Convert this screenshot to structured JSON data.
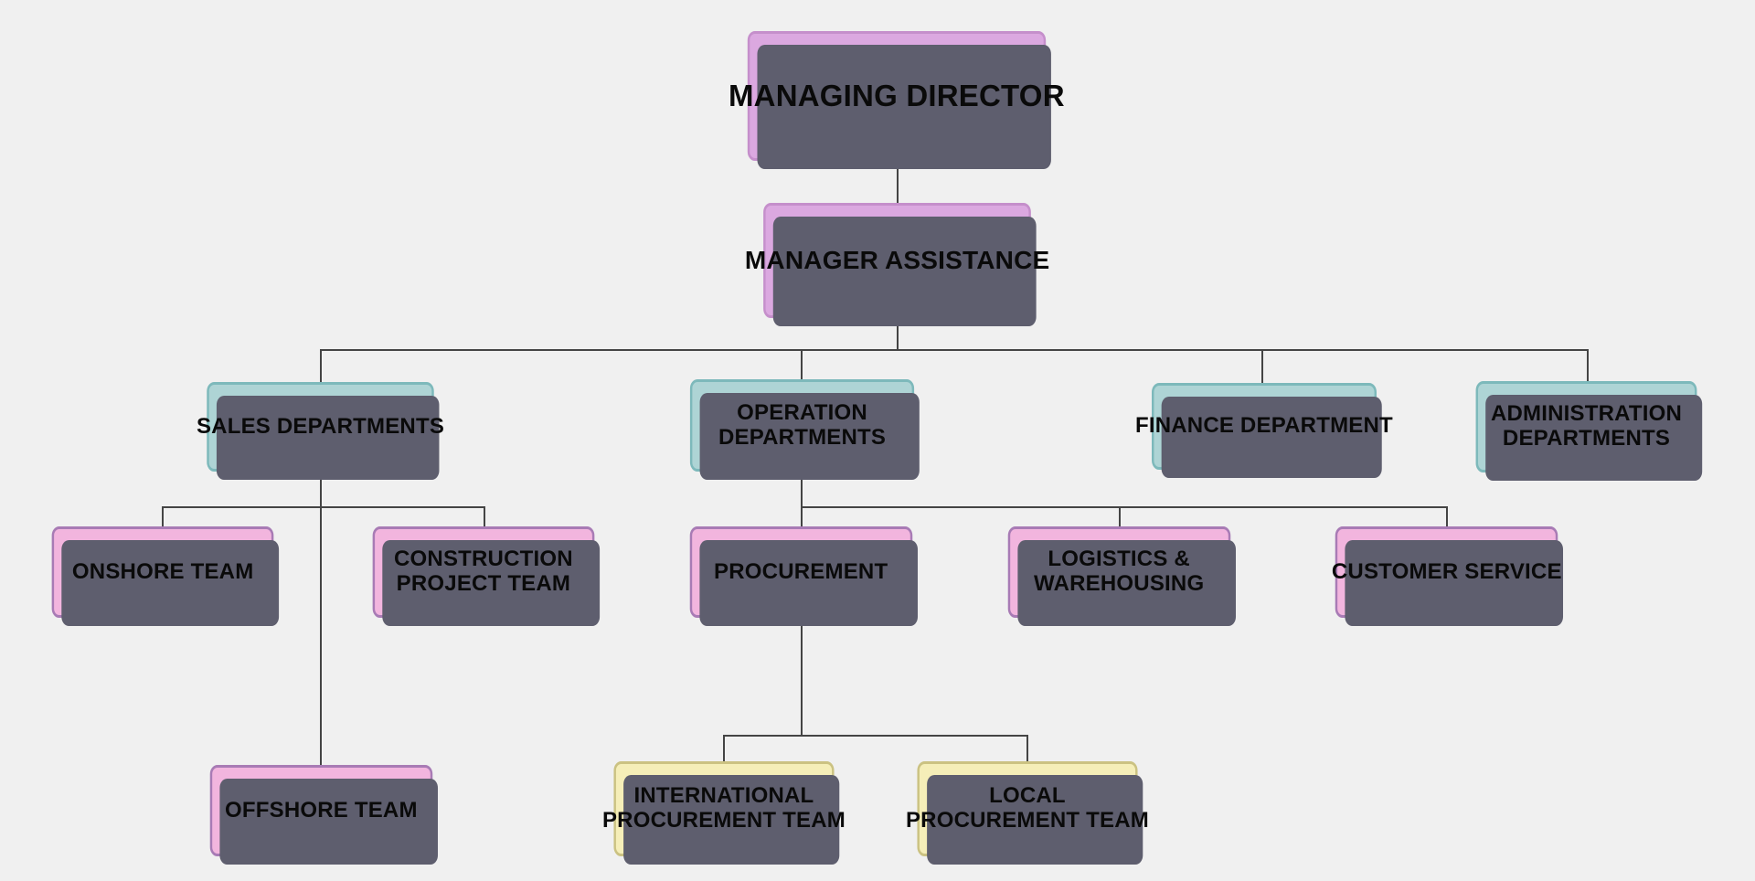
{
  "diagram": {
    "title": "Organizational Chart",
    "background_color": "#f0f0f0",
    "palette": {
      "purple_fill": "#dba8e0",
      "purple_border": "#c58fcb",
      "teal_fill": "#aed4d5",
      "teal_border": "#7db9bb",
      "pink_fill": "#f2b5de",
      "pink_border": "#a87bb5",
      "yellow_fill": "#f5eeb8",
      "yellow_border": "#cbc282",
      "shadow": "#5e5e6e",
      "connector": "#444444",
      "text": "#0a0a0a"
    }
  },
  "nodes": {
    "managing_director": "MANAGING DIRECTOR",
    "manager_assistance": "MANAGER ASSISTANCE",
    "sales_departments": "SALES DEPARTMENTS",
    "operation_departments": "OPERATION\nDEPARTMENTS",
    "finance_department": "FINANCE DEPARTMENT",
    "administration_departments": "ADMINISTRATION\nDEPARTMENTS",
    "onshore_team": "ONSHORE TEAM",
    "construction_project_team": "CONSTRUCTION\nPROJECT TEAM",
    "offshore_team": "OFFSHORE TEAM",
    "procurement": "PROCUREMENT",
    "logistics_warehousing": "LOGISTICS &\nWAREHOUSING",
    "customer_service": "CUSTOMER SERVICE",
    "international_procurement_team": "INTERNATIONAL\nPROCUREMENT TEAM",
    "local_procurement_team": "LOCAL\nPROCUREMENT TEAM"
  },
  "hierarchy": {
    "root": "MANAGING DIRECTOR",
    "levels": [
      [
        "MANAGING DIRECTOR"
      ],
      [
        "MANAGER ASSISTANCE"
      ],
      [
        "SALES DEPARTMENTS",
        "OPERATION DEPARTMENTS",
        "FINANCE DEPARTMENT",
        "ADMINISTRATION DEPARTMENTS"
      ],
      [
        "ONSHORE TEAM",
        "CONSTRUCTION PROJECT TEAM",
        "PROCUREMENT",
        "LOGISTICS & WAREHOUSING",
        "CUSTOMER SERVICE"
      ],
      [
        "OFFSHORE TEAM",
        "INTERNATIONAL PROCUREMENT TEAM",
        "LOCAL PROCUREMENT TEAM"
      ]
    ],
    "edges": [
      [
        "MANAGING DIRECTOR",
        "MANAGER ASSISTANCE"
      ],
      [
        "MANAGER ASSISTANCE",
        "SALES DEPARTMENTS"
      ],
      [
        "MANAGER ASSISTANCE",
        "OPERATION DEPARTMENTS"
      ],
      [
        "MANAGER ASSISTANCE",
        "FINANCE DEPARTMENT"
      ],
      [
        "MANAGER ASSISTANCE",
        "ADMINISTRATION DEPARTMENTS"
      ],
      [
        "SALES DEPARTMENTS",
        "ONSHORE TEAM"
      ],
      [
        "SALES DEPARTMENTS",
        "CONSTRUCTION PROJECT TEAM"
      ],
      [
        "SALES DEPARTMENTS",
        "OFFSHORE TEAM"
      ],
      [
        "OPERATION DEPARTMENTS",
        "PROCUREMENT"
      ],
      [
        "OPERATION DEPARTMENTS",
        "LOGISTICS & WAREHOUSING"
      ],
      [
        "OPERATION DEPARTMENTS",
        "CUSTOMER SERVICE"
      ],
      [
        "PROCUREMENT",
        "INTERNATIONAL PROCUREMENT TEAM"
      ],
      [
        "PROCUREMENT",
        "LOCAL PROCUREMENT TEAM"
      ]
    ]
  }
}
